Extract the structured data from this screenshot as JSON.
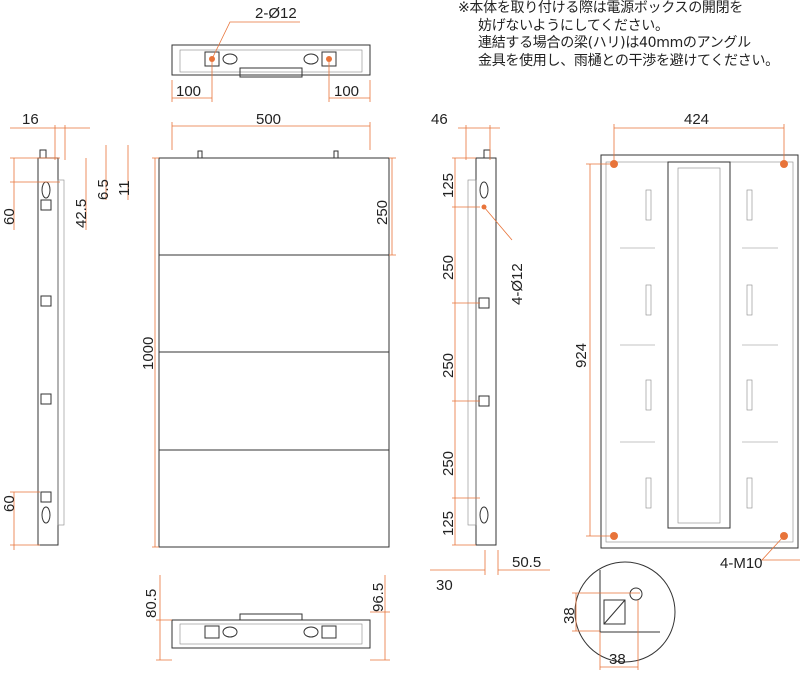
{
  "note": {
    "lines": [
      "※本体を取り付ける際は電源ボックスの開閉を",
      "妨げないようにしてください。",
      "連結する場合の梁(ハリ)は40mmのアングル",
      "金具を使用し、雨樋との干渉を避けてください。"
    ]
  },
  "top_view": {
    "hole_label": "2-Ø12",
    "left_offset": "100",
    "right_offset": "100"
  },
  "front_view": {
    "width": "500",
    "height": "1000",
    "panel_height": "250"
  },
  "left_side_view": {
    "depth": "16",
    "top_hole": "60",
    "bottom_hole": "60",
    "d1": "42.5",
    "d2": "6.5",
    "d3": "11"
  },
  "right_side_view": {
    "depth": "46",
    "hole_label": "4-Ø12",
    "pitches": [
      "125",
      "250",
      "250",
      "250",
      "125"
    ],
    "bottom_a": "30",
    "bottom_b": "50.5"
  },
  "back_view": {
    "width": "424",
    "height": "924",
    "bolt_label": "4-M10"
  },
  "bottom_view": {
    "left": "80.5",
    "right": "96.5"
  },
  "detail": {
    "h": "38",
    "w": "38"
  },
  "colors": {
    "dimension": "#e8743a",
    "outline": "#333333"
  }
}
